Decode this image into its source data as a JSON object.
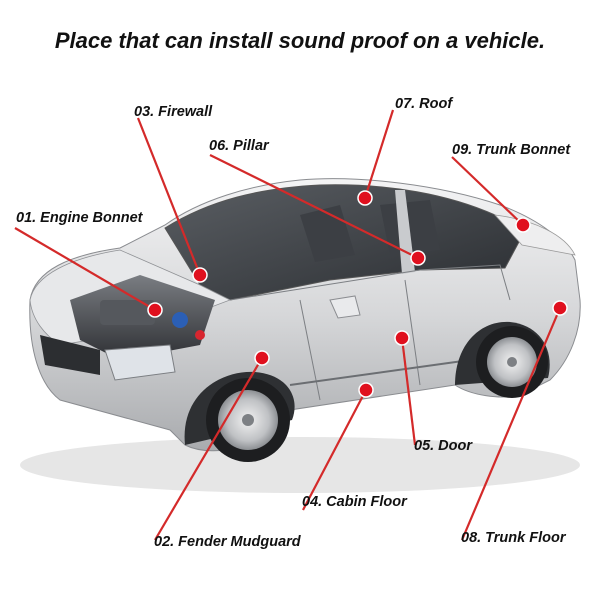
{
  "title": "Place that can install sound proof on a vehicle.",
  "callouts": [
    {
      "id": "01",
      "label": "01. Engine Bonnet"
    },
    {
      "id": "02",
      "label": "02. Fender Mudguard"
    },
    {
      "id": "03",
      "label": "03. Firewall"
    },
    {
      "id": "04",
      "label": "04. Cabin Floor"
    },
    {
      "id": "05",
      "label": "05. Door"
    },
    {
      "id": "06",
      "label": "06. Pillar"
    },
    {
      "id": "07",
      "label": "07. Roof"
    },
    {
      "id": "08",
      "label": "08. Trunk Floor"
    },
    {
      "id": "09",
      "label": "09. Trunk Bonnet"
    }
  ],
  "colors": {
    "accent": "#e0101e",
    "leader": "#d42a2a",
    "text": "#111111",
    "car_body": "#d9dadc"
  }
}
